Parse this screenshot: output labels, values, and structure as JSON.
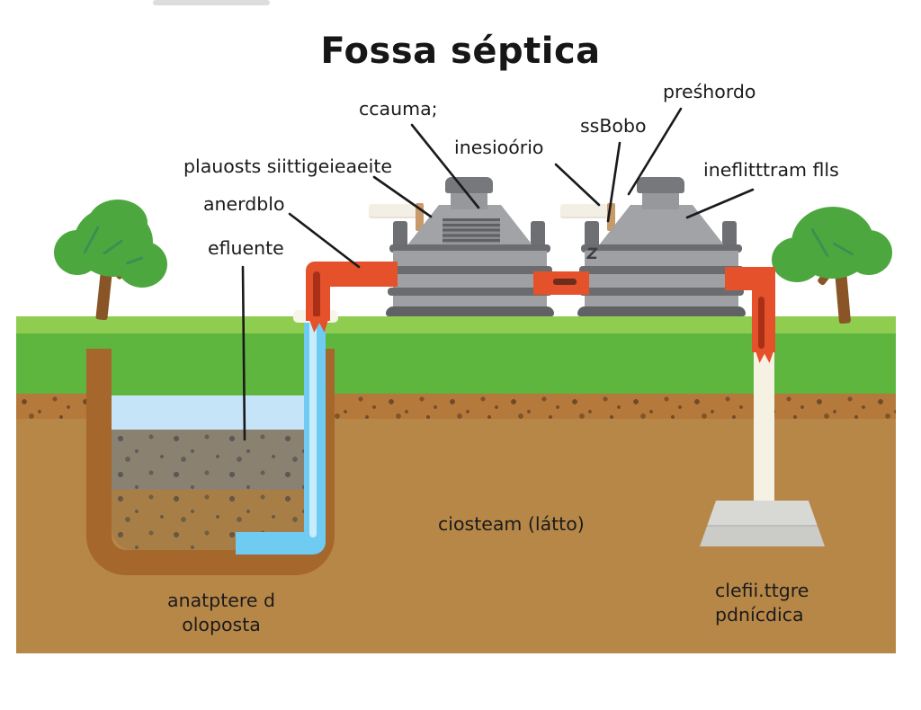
{
  "title": "Fossa séptica",
  "labels": {
    "scum": "ccauma;",
    "inlet_top": "plauosts siittigeieaeite",
    "anaerobic": "anerdblo",
    "effluent": "efluente",
    "inspection": "inesioório",
    "vent": "ssBobo",
    "lid": "preśhordo",
    "infiltration": "ineflitttram flls",
    "system": "ciosteam (látto)",
    "pit_line1": "anatptere d",
    "pit_line2": "oloposta",
    "filter_line1": "clefii.ttgre",
    "filter_line2": "pdnícdica"
  },
  "colors": {
    "grass_light": "#8FCD50",
    "grass": "#5EB63E",
    "topsoil": "#B5793B",
    "soil": "#B78748",
    "pit_wall": "#A5672B",
    "water": "#C6E4F7",
    "sludge_gray": "#8B8171",
    "sludge_brown": "#A87E47",
    "pipe_orange": "#E4512B",
    "pipe_blue": "#6FCBF2",
    "pipe_white": "#F6F2E3",
    "tank_gray": "#9FA0A4",
    "tank_dark": "#6B6C70",
    "tree_green": "#4CA83E",
    "trunk_brown": "#8A5526",
    "chamber_gray": "#D0D0CD",
    "text": "#1b1b1b"
  }
}
